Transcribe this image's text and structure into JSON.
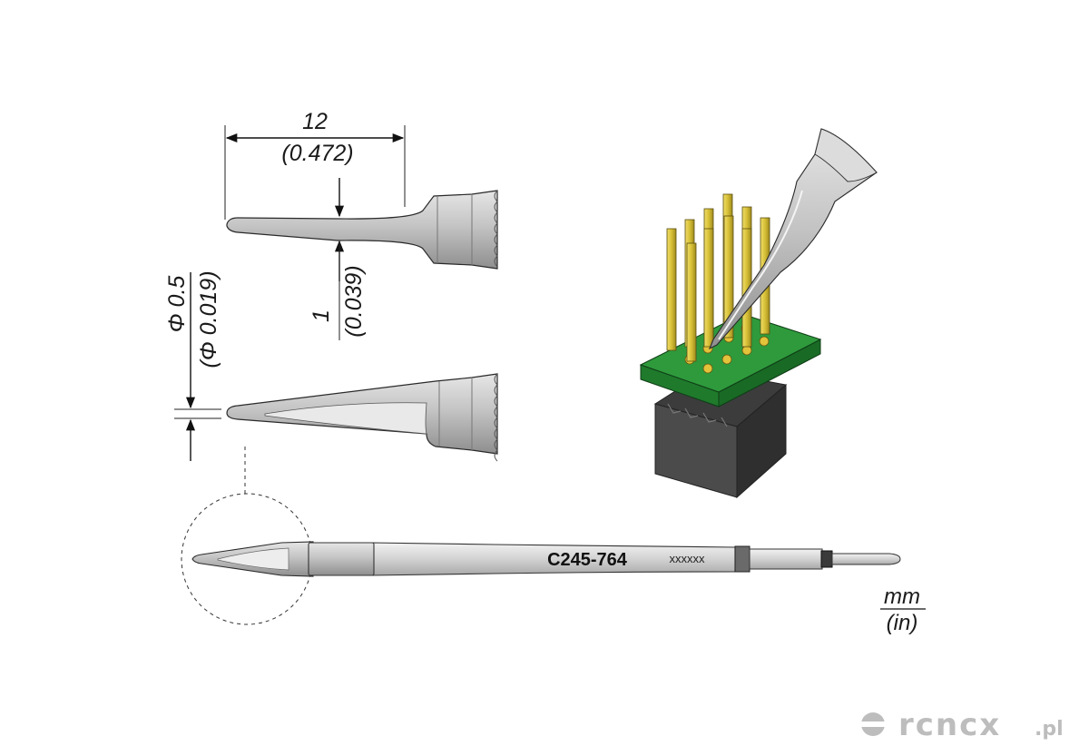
{
  "dimensions": {
    "length_mm": "12",
    "length_in": "(0.472)",
    "width_mm": "1",
    "width_in": "(0.039)",
    "diameter_mm": "Φ 0.5",
    "diameter_in": "(Φ 0.019)"
  },
  "cartridge": {
    "model": "C245-764",
    "serial": "xxxxxx"
  },
  "units": {
    "metric": "mm",
    "imperial": "(in)"
  },
  "watermark": {
    "brand": "rcncx",
    "suffix": ".pl"
  },
  "colors": {
    "tip_metal": "#b9b9b9",
    "tip_dark": "#8f8f8f",
    "pcb_green": "#2e9a3c",
    "pin_gold": "#d8c23a",
    "socket_gray": "#555555",
    "watermark": "#bdbdbd"
  }
}
